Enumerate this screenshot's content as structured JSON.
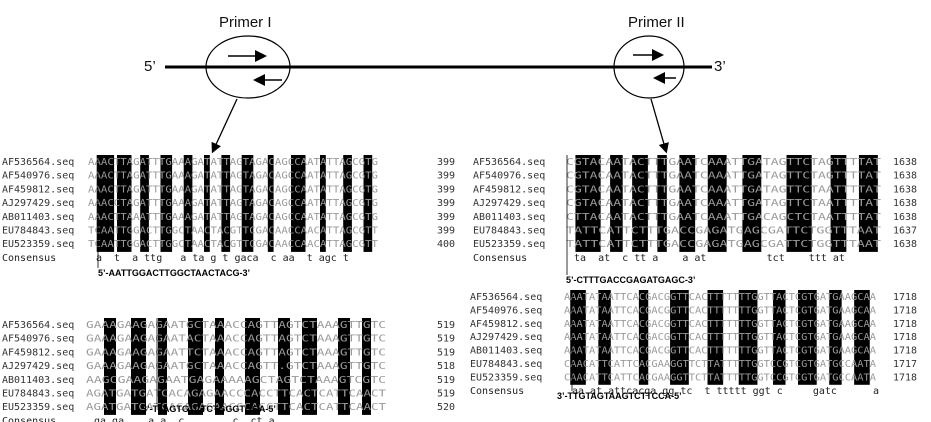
{
  "labels": {
    "primer1": "Primer I",
    "primer2": "Primer II",
    "five_prime": "5’",
    "three_prime": "3’"
  },
  "panels": [
    {
      "id": "tl",
      "names": [
        "AF536564.seq",
        "AF540976.seq",
        "AF459812.seq",
        "AJ297429.seq",
        "AB011403.seq",
        "EU784843.seq",
        "EU523359.seq"
      ],
      "seqs": [
        "AAACTTAGATTTGAAAGATATTAGTAGACAGCCAATATTAGCGTG",
        "AAACTTAGATTTGAAAGATATTAGTAGACAGCCAATATTAGCGTG",
        "AAACTTAGATTTGAAAGATATTAGTAGACAGCCAATATTAGCGTG",
        "AAACCTAGATTTGAAAGATATTAGTAGACAGCCAATATTAGCGTG",
        "AAACTTAAATTTGAAAGATATTAGTAGACAGCCAATATTAGCGTG",
        "TCAATTGGACTTGGCTAACTACGTTCGACAACCAACATTAGCGTT",
        "TCAATTGGACTTGGCTAACTACGTTCGACAACCAACATTAGCGTT"
      ],
      "nums": [
        "399",
        "399",
        "399",
        "399",
        "399",
        "399",
        "400"
      ],
      "consensus_label": "Consensus",
      "consensus": "a  t  a ttg   a ta g t gaca  c aa  t agc t",
      "primer": "5’-AATTGGACTTGGCTAACTACG-3’"
    },
    {
      "id": "tr",
      "names": [
        "AF536564.seq",
        "AF540976.seq",
        "AF459812.seq",
        "AJ297429.seq",
        "AB011403.seq",
        "EU784843.seq",
        "EU523359.seq"
      ],
      "seqs": [
        "CGTACAATACTTTGAATCAAATTGATAGTTCTAGTTTTAT",
        "CGTACAATACTTTGAATCAAATTGATAGTTCTAGTTTTAT",
        "CGTACAATACTTTGAATCAAATTGATAGTTCTAATTTTAT",
        "CGTACAATACTTTGAATCAAATTGATAGTTCTAATTTTAT",
        "CTTACAATACTTTGAATCAAATTGACAGCTCTAATTTTAT",
        "TATTCATTCTTTGACCGAGATGAGCGATTCTGGTTTAAT",
        "TATTCATTCTTTGACCGAGATGAGCGATTCTGGTTTAAT"
      ],
      "nums": [
        "1638",
        "1638",
        "1638",
        "1638",
        "1638",
        "1637",
        "1638"
      ],
      "consensus_label": "Consensus",
      "consensus": "ta  at  c tt a    a at          tct    ttt at",
      "primer": "5’-CTTTGACCGAGATGAGC-3’"
    },
    {
      "id": "bl",
      "names": [
        "AF536564.seq",
        "AF540976.seq",
        "AF459812.seq",
        "AJ297429.seq",
        "AB011403.seq",
        "EU784843.seq",
        "EU523359.seq"
      ],
      "seqs": [
        "GAAAGAAGAGAATGCTAAACCAGTTAGTCTAAAGTTGTC",
        "GAAAGAAGAGAATACTAAACCAGTTAGTCTAAAGTTGTC",
        "GAAAGAAGAGAATTCTAAACCAGTTAGTCTAAAGTTGTC",
        "GAAAGAAGAGAATGCTAAACCAGTT.GTCTAAAGTTGTC",
        "AAGCGAAGAGAATGAGAAAAAGCTAGTCTAAAGTCGTC",
        "AGATGATGATCACAGAGAACCCACCTTCACTCATTCAACT",
        "AGATGATGATCACAGAGAACCCACCTTCACTCATTCAACT"
      ],
      "nums": [
        "519",
        "519",
        "519",
        "518",
        "519",
        "519",
        "520"
      ],
      "consensus_label": "Consensus",
      "consensus": "ga ga    a a  c        c  ct a",
      "primer": "3’-TTAGTGTCTCTGGGTGGA-5’"
    },
    {
      "id": "br",
      "names": [
        "AF536564.seq",
        "AF540976.seq",
        "AF459812.seq",
        "AJ297429.seq",
        "AB011403.seq",
        "EU784843.seq",
        "EU523359.seq"
      ],
      "seqs": [
        "AAATATAATTCACGACGGTTCACTTTTTTTGGTTACTCGTGATGAAGCAA",
        "AAATATAATTCACGACGGTTCACTTTTTTTGGTTACTCGTGATGAAGCAA",
        "AAATATAATTCACGACGGTTCACTTTTTTTGGTTACTCGTGATGAAGCAA",
        "AAATATAATTCACGACGGTTCACTTTTTTTGGTTACTCGTGATGAAGCAA",
        "AAATATAATTCACGACGGTTCACTTTTTTTGGTTACTCGTGATGAAGCAA",
        "CAACATTCATTCACGAAGGTTCTTATTTTTGGTCCGTCGTGATGCCAATA",
        "CAACATTCATTCACGAAGGTTCTTATTTTTGGTCCGTCGTGATGCCAATA"
      ],
      "nums": [
        "1718",
        "1718",
        "1718",
        "1718",
        "1718",
        "1717",
        "1718"
      ],
      "consensus_label": "Consensus",
      "consensus": "aa at attcacga gg tc  t ttttt ggt c     gatc      a",
      "primer": "3’-TTGTAGTAAGTCTTCCA-5’"
    }
  ]
}
